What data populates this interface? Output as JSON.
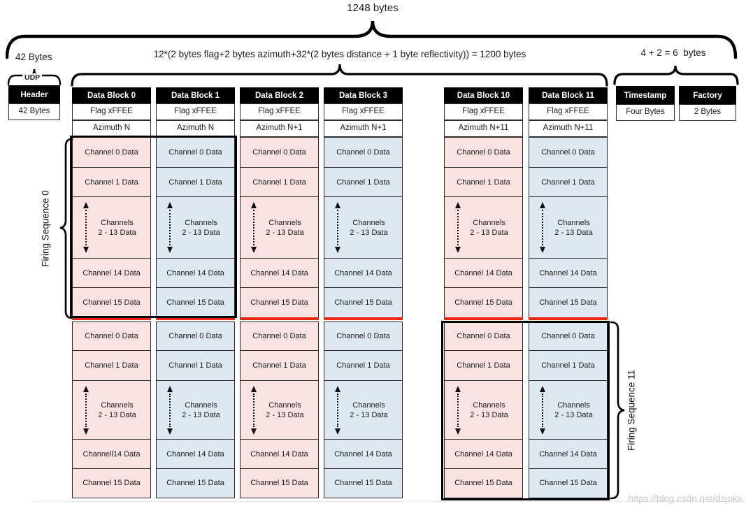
{
  "palette": {
    "pink": "#f9e3e0",
    "blue": "#dde8f2",
    "red_line": "#ee280f",
    "header_bg": "#000000"
  },
  "labels": {
    "total": "1248 bytes",
    "udp_size": "42 Bytes",
    "payload_formula": "12*(2 bytes flag+2 bytes azimuth+32*(2 bytes distance + 1 byte reflectivity)) = 1200 bytes",
    "tail_formula": "4 + 2 = 6  bytes",
    "firing_seq_0": "Firing Sequence 0",
    "firing_seq_11": "Firing Sequence 11",
    "watermark": "https://blog.csdn.net/dzjoke"
  },
  "udp": {
    "brace_label": "UDP",
    "header": "Header",
    "size": "42 Bytes"
  },
  "tail_columns": [
    {
      "header": "Timestamp",
      "value": "Four Bytes"
    },
    {
      "header": "Factory",
      "value": "2 Bytes"
    }
  ],
  "blocks": [
    {
      "title": "Data Block 0",
      "flag": "Flag xFFEE",
      "azimuth": "Azimuth N",
      "tone": "pink",
      "seq1": [
        "Channel 0 Data",
        "Channel 1 Data",
        [
          "Channels",
          "2 - 13 Data"
        ],
        "Channel 14 Data",
        "Channel 15 Data"
      ],
      "seq2": [
        "Channel 0 Data",
        "Channel 1 Data",
        [
          "Channels",
          "2 - 13 Data"
        ],
        "Channell14 Data",
        "Channel 15 Data"
      ]
    },
    {
      "title": "Data Block 1",
      "flag": "Flag xFFEE",
      "azimuth": "Azimuth N",
      "tone": "blue",
      "seq1": [
        "Channel 0 Data",
        "Channel 1 Data",
        [
          "Channels",
          "2 - 13 Data"
        ],
        "Channel 14 Data",
        "Channel 15 Data"
      ],
      "seq2": [
        "Channel 0 Data",
        "Channel 1 Data",
        [
          "Channels",
          "2 - 13 Data"
        ],
        "Channel 14 Data",
        "Channel 15 Data"
      ]
    },
    {
      "title": "Data Block 2",
      "flag": "Flag xFFEE",
      "azimuth": "Azimuth N+1",
      "tone": "pink",
      "seq1": [
        "Channel 0 Data",
        "Channel 1 Data",
        [
          "Channels",
          "2 - 13 Data"
        ],
        "Channel 14 Data",
        "Channel 15 Data"
      ],
      "seq2": [
        "Channel 0 Data",
        "Channel 1 Data",
        [
          "Channels",
          "2 - 13 Data"
        ],
        "Channel 14 Data",
        "Channel 15 Data"
      ]
    },
    {
      "title": "Data Block 3",
      "flag": "Flag xFFEE",
      "azimuth": "Azimuth N+1",
      "tone": "blue",
      "seq1": [
        "Channel 0 Data",
        "Channel 1 Data",
        [
          "Channels",
          "2 - 13 Data"
        ],
        "Channel 14 Data",
        "Channel 15 Data"
      ],
      "seq2": [
        "Channel 0 Data",
        "Channel 1 Data",
        [
          "Channels",
          "2 - 13 Data"
        ],
        "Channel 14 Data",
        "Channel 15 Data"
      ]
    },
    {
      "title": "Data Block 10",
      "flag": "Flag xFFEE",
      "azimuth": "Azimuth N+11",
      "tone": "pink",
      "seq1": [
        "Channel 0 Data",
        "Channel 1 Data",
        [
          "Channels",
          "2 - 13 Data"
        ],
        "Channel 14 Data",
        "Channel 15 Data"
      ],
      "seq2": [
        "Channel 0 Data",
        "Channel 1 Data",
        [
          "Channels",
          "2 - 13 Data"
        ],
        "Channel 14 Data",
        "Channel 15 Data"
      ]
    },
    {
      "title": "Data Block 11",
      "flag": "Flag xFFEE",
      "azimuth": "Azimuth N+11",
      "tone": "blue",
      "seq1": [
        "Channel 0 Data",
        "Channel 1 Data",
        [
          "Channels",
          "2 - 13 Data"
        ],
        "Channel 14 Data",
        "Channel 15 Data"
      ],
      "seq2": [
        "Channel 0 Data",
        "Channel 1 Data",
        [
          "Channels",
          "2 - 13 Data"
        ],
        "Channel 14 Data",
        "Channel 15 Data"
      ]
    }
  ]
}
